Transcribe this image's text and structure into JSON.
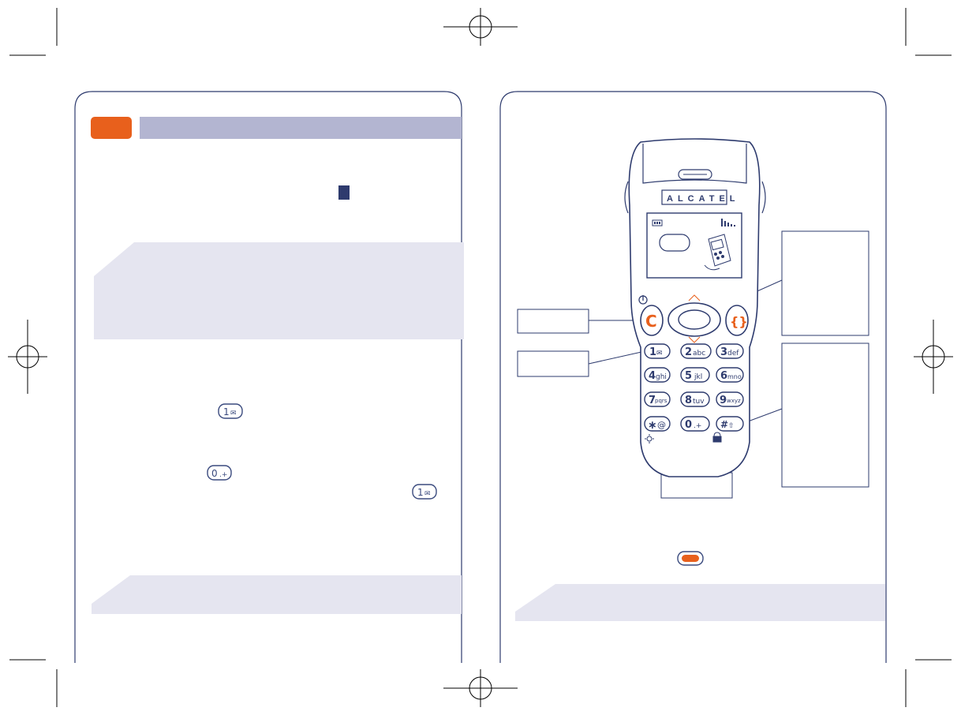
{
  "colors": {
    "frame_stroke": "#2e3b6e",
    "header_bar": "#b3b5d1",
    "header_tab": "#e8601c",
    "band_fill": "#e5e5f0",
    "accent_orange": "#e8601c"
  },
  "phone": {
    "brand": "ALCATEL",
    "keys": [
      {
        "main": "1",
        "sub": "✉"
      },
      {
        "main": "2",
        "sub": "abc"
      },
      {
        "main": "3",
        "sub": "def"
      },
      {
        "main": "4",
        "sub": "ghi"
      },
      {
        "main": "5",
        "sub": "jkl"
      },
      {
        "main": "6",
        "sub": "mno"
      },
      {
        "main": "7",
        "sub": "pqrs"
      },
      {
        "main": "8",
        "sub": "tuv"
      },
      {
        "main": "9",
        "sub": "wxyz"
      },
      {
        "main": "∗",
        "sub": "@"
      },
      {
        "main": "0",
        "sub": ".+"
      },
      {
        "main": "#",
        "sub": "⇧"
      }
    ],
    "clear_key": "C",
    "menu_key": "{}",
    "power_icon": "power-icon",
    "lock_icon": "lock-icon",
    "light_icon": "sun-icon"
  },
  "inline_keys": {
    "key_one_main": "1",
    "key_one_sub": "✉",
    "key_zero_main": "0",
    "key_zero_sub": ".+"
  },
  "icons": [
    "battery-icon",
    "signal-icon",
    "envelope-icon",
    "lock-icon",
    "sun-icon",
    "power-icon"
  ]
}
